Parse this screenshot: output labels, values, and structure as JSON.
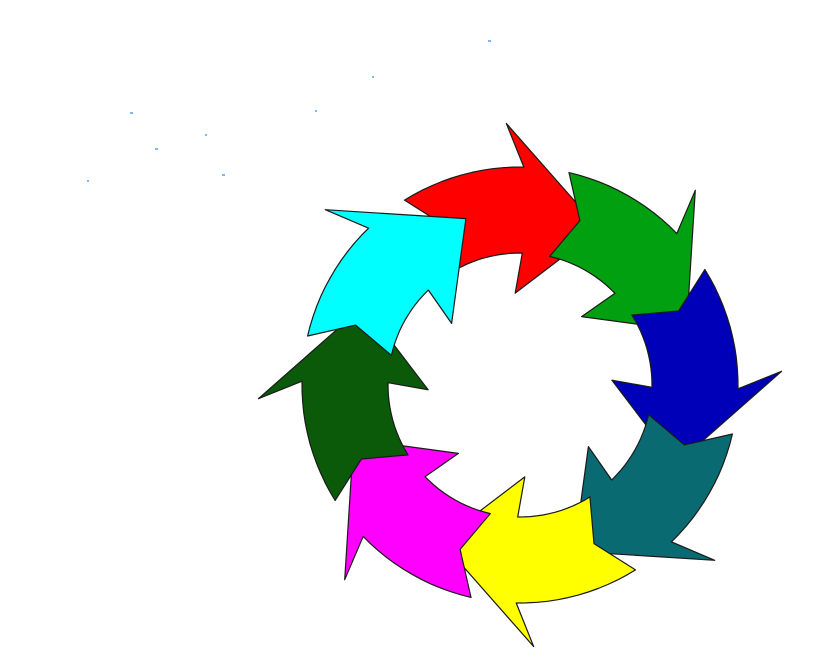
{
  "diagram": {
    "type": "circular-arrow-cycle",
    "direction": "clockwise",
    "arrows": [
      {
        "name": "red",
        "color": "#ff0000"
      },
      {
        "name": "green",
        "color": "#00a010"
      },
      {
        "name": "blue",
        "color": "#0000b8"
      },
      {
        "name": "teal",
        "color": "#0a6a72"
      },
      {
        "name": "yellow",
        "color": "#ffff00"
      },
      {
        "name": "magenta",
        "color": "#ff00ff"
      },
      {
        "name": "dark-green",
        "color": "#0a5a0a"
      },
      {
        "name": "cyan",
        "color": "#00ffff"
      }
    ],
    "outline_color": "#1a1a1a",
    "background_color": "#ffffff",
    "speck_color": "#7fb8ee"
  }
}
